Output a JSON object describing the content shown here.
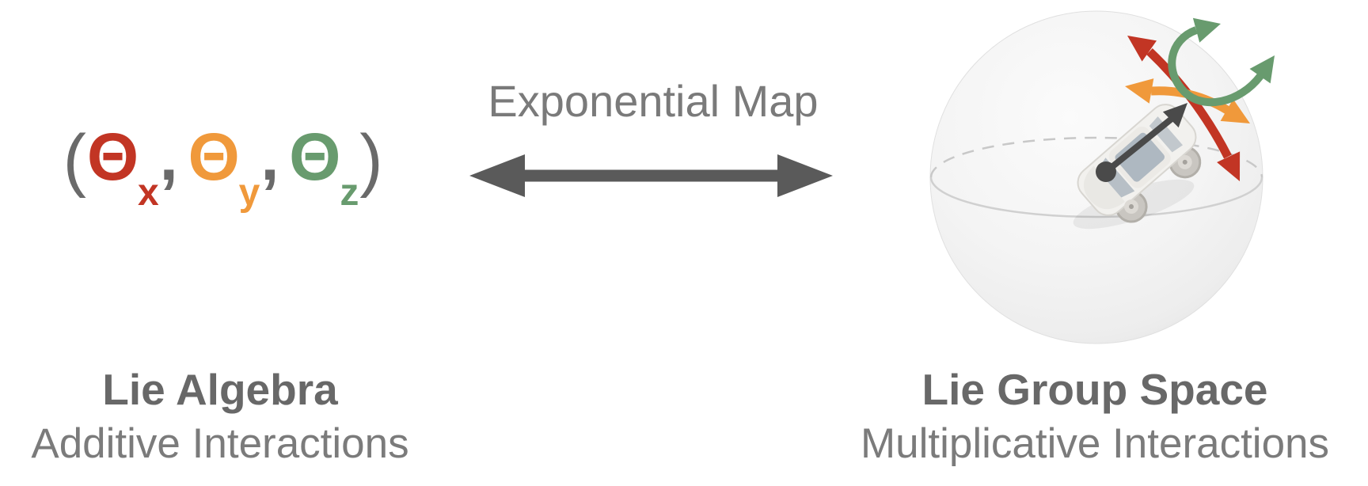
{
  "colors": {
    "red": "#c23524",
    "orange": "#f0993b",
    "green": "#689b6e",
    "arrow_dark_gray": "#5a5a5a",
    "pose_arrow_black": "#4a4a4a",
    "text_gray": "#7a7a7a",
    "title_gray": "#686868",
    "paren_gray": "#6a6a6a",
    "sphere_edge": "#e0e0e0",
    "equator_back": "#c8c8c8",
    "equator_front": "#d0d0d0"
  },
  "exponential_map": {
    "label": "Exponential Map"
  },
  "lie_algebra": {
    "formula": {
      "open_paren": "(",
      "close_paren": ")",
      "comma": ",",
      "terms": [
        {
          "symbol": "Θ",
          "subscript": "x",
          "color": "#c23524"
        },
        {
          "symbol": "Θ",
          "subscript": "y",
          "color": "#f0993b"
        },
        {
          "symbol": "Θ",
          "subscript": "z",
          "color": "#689b6e"
        }
      ]
    },
    "title": "Lie Algebra",
    "subtitle": "Additive Interactions"
  },
  "lie_group": {
    "title": "Lie Group Space",
    "subtitle": "Multiplicative Interactions"
  }
}
